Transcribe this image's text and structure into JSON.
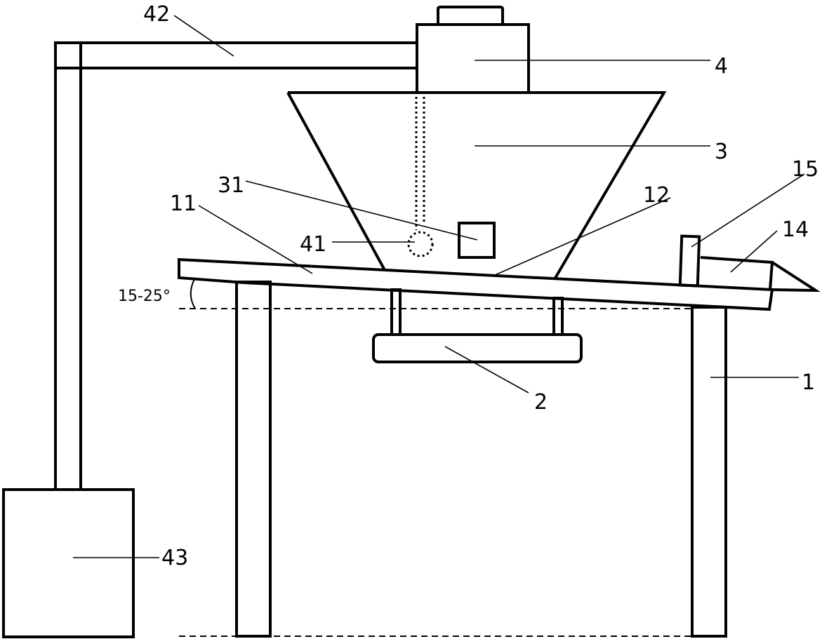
{
  "diagram": {
    "type": "patent-schematic",
    "components": [
      {
        "ref": "1",
        "label": "1",
        "part": "support-frame-legs"
      },
      {
        "ref": "2",
        "label": "2",
        "part": "vibrator"
      },
      {
        "ref": "3",
        "label": "3",
        "part": "hopper"
      },
      {
        "ref": "4",
        "label": "4",
        "part": "motor-box"
      },
      {
        "ref": "11",
        "label": "11",
        "part": "inclined-plate"
      },
      {
        "ref": "12",
        "label": "12",
        "part": "plate-surface"
      },
      {
        "ref": "14",
        "label": "14",
        "part": "discharge-chute"
      },
      {
        "ref": "15",
        "label": "15",
        "part": "baffle"
      },
      {
        "ref": "31",
        "label": "31",
        "part": "hopper-window"
      },
      {
        "ref": "41",
        "label": "41",
        "part": "nozzle"
      },
      {
        "ref": "42",
        "label": "42",
        "part": "pipe-arm"
      },
      {
        "ref": "43",
        "label": "43",
        "part": "base-unit"
      }
    ],
    "angle_label": "15-25°"
  }
}
